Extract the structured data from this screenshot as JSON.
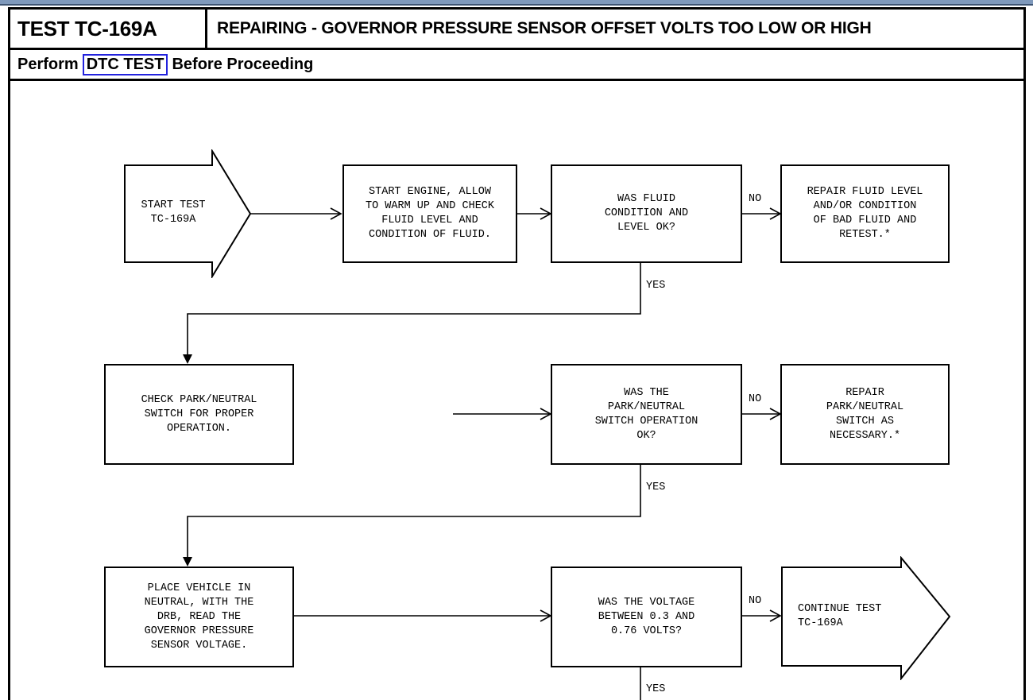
{
  "topbar": {
    "color": "#7f99bb"
  },
  "header": {
    "test_id": "TEST TC-169A",
    "title": "REPAIRING - GOVERNOR PRESSURE SENSOR OFFSET VOLTS TOO LOW OR HIGH",
    "perform_prefix": "Perform",
    "dtc_link": "DTC TEST",
    "perform_suffix": "Before Proceeding",
    "link_color": "#2222dd"
  },
  "flowchart": {
    "nodes": [
      {
        "id": "start",
        "shape": "arrow-right",
        "text": "START TEST\nTC-169A"
      },
      {
        "id": "warmup",
        "shape": "rect",
        "text": "START ENGINE, ALLOW\nTO WARM UP AND CHECK\nFLUID LEVEL AND\nCONDITION OF FLUID."
      },
      {
        "id": "fluid-q",
        "shape": "rect",
        "text": "WAS FLUID\nCONDITION AND\nLEVEL OK?"
      },
      {
        "id": "fluid-repair",
        "shape": "rect",
        "text": "REPAIR FLUID LEVEL\nAND/OR CONDITION\nOF BAD FLUID AND\nRETEST.*"
      },
      {
        "id": "pn-check",
        "shape": "rect",
        "text": "CHECK PARK/NEUTRAL\nSWITCH FOR PROPER\nOPERATION."
      },
      {
        "id": "pn-q",
        "shape": "rect",
        "text": "WAS THE\nPARK/NEUTRAL\nSWITCH OPERATION\nOK?"
      },
      {
        "id": "pn-repair",
        "shape": "rect",
        "text": "REPAIR\nPARK/NEUTRAL\nSWITCH AS\nNECESSARY.*"
      },
      {
        "id": "read-volts",
        "shape": "rect",
        "text": "PLACE VEHICLE IN\nNEUTRAL, WITH THE\nDRB, READ THE\nGOVERNOR PRESSURE\nSENSOR VOLTAGE."
      },
      {
        "id": "volts-q",
        "shape": "rect",
        "text": "WAS THE VOLTAGE\nBETWEEN 0.3 AND\n0.76 VOLTS?"
      },
      {
        "id": "continue",
        "shape": "arrow-right",
        "text": "CONTINUE TEST\nTC-169A"
      }
    ],
    "edge_labels": {
      "no_1": "NO",
      "yes_1": "YES",
      "no_2": "NO",
      "yes_2": "YES",
      "no_3": "NO",
      "yes_3": "YES"
    }
  }
}
